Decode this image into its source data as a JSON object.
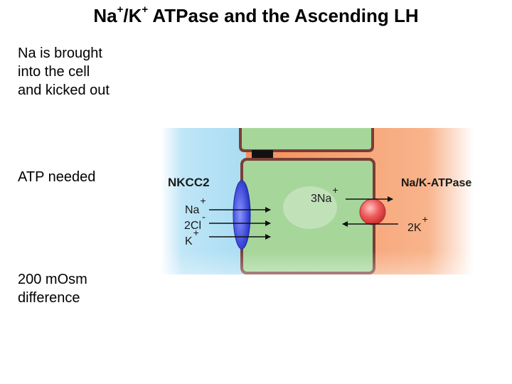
{
  "title": {
    "prefix": "Na",
    "sup1": "+",
    "mid": "/K",
    "sup2": "+",
    "suffix": " ATPase and the Ascending LH"
  },
  "bullets": [
    "Na is brought\ninto the cell\nand kicked out",
    "ATP needed",
    "200 mOsm\ndifference"
  ],
  "diagram": {
    "left_transporter": "NKCC2",
    "right_transporter": "Na/K-ATPase",
    "left_ions": [
      {
        "base": "Na",
        "charge": "+"
      },
      {
        "base": "2Cl",
        "charge": "-"
      },
      {
        "base": "K",
        "charge": "+"
      }
    ],
    "pump_out": {
      "base": "3Na",
      "charge": "+"
    },
    "pump_in": {
      "base": "2K",
      "charge": "+"
    },
    "colors": {
      "lumen": "#bfe6f7",
      "interstitium": "#f7a77a",
      "cell_fill": "#a6d69a",
      "cell_border": "#7a3d36",
      "tight_junction": "#111111",
      "channel": "#3b46d8",
      "pump": "#e84a4a"
    }
  }
}
